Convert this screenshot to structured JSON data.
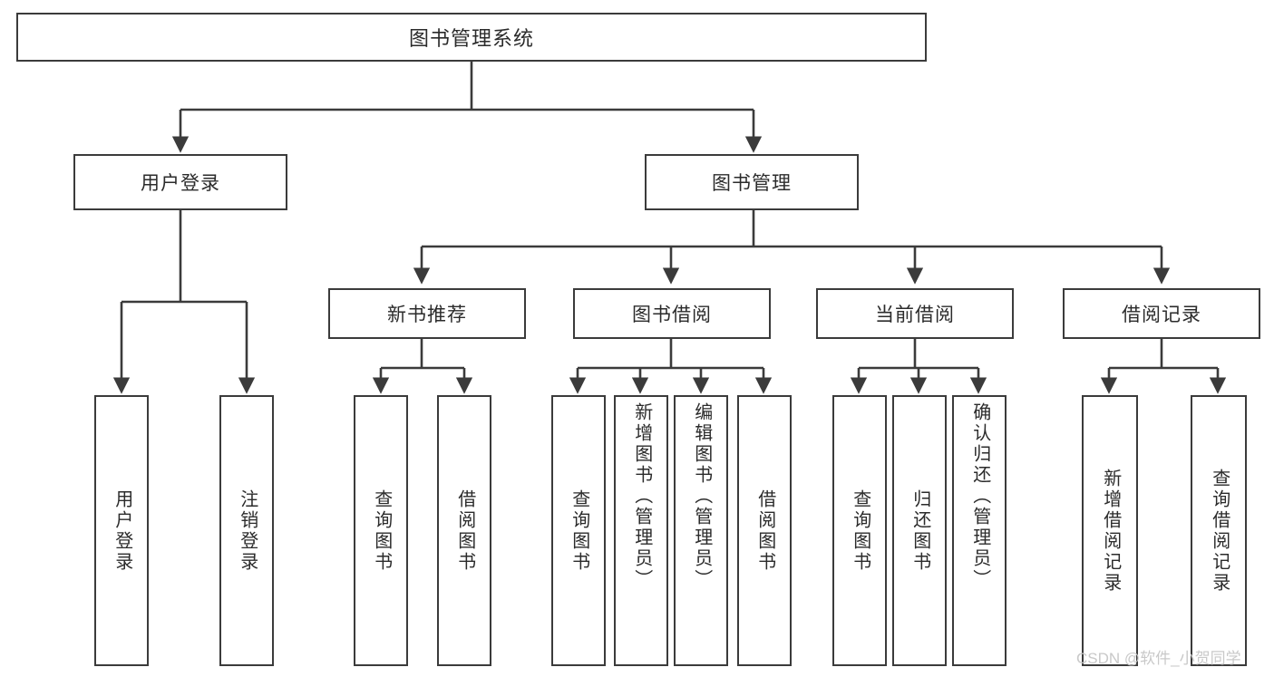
{
  "diagram": {
    "type": "tree",
    "title": "图书管理系统",
    "orientation": "top-down",
    "line_color": "#3b3b3b",
    "box_fill": "#ffffff",
    "text_color": "#2b2b2b",
    "levels": 4,
    "root": {
      "label": "图书管理系统",
      "children": [
        {
          "label": "用户登录",
          "children": [
            {
              "label": "用户登录"
            },
            {
              "label": "注销登录"
            }
          ]
        },
        {
          "label": "图书管理",
          "children": [
            {
              "label": "新书推荐",
              "children": [
                {
                  "label": "查询图书"
                },
                {
                  "label": "借阅图书"
                }
              ]
            },
            {
              "label": "图书借阅",
              "children": [
                {
                  "label": "查询图书"
                },
                {
                  "label": "新增图书（管理员）"
                },
                {
                  "label": "编辑图书（管理员）"
                },
                {
                  "label": "借阅图书"
                }
              ]
            },
            {
              "label": "当前借阅",
              "children": [
                {
                  "label": "查询图书"
                },
                {
                  "label": "归还图书"
                },
                {
                  "label": "确认归还（管理员）"
                }
              ]
            },
            {
              "label": "借阅记录",
              "children": [
                {
                  "label": "新增借阅记录"
                },
                {
                  "label": "查询借阅记录"
                }
              ]
            }
          ]
        }
      ]
    }
  },
  "nodes": {
    "root": "图书管理系统",
    "l1_user_login": "用户登录",
    "l1_book_mgmt": "图书管理",
    "l2_user_login": "用户登录",
    "l2_logout": "注销登录",
    "l2_new_book_rec": "新书推荐",
    "l2_book_borrow": "图书借阅",
    "l2_current_borrow": "当前借阅",
    "l2_borrow_record": "借阅记录",
    "l3_nbr_query": "查询图书",
    "l3_nbr_borrow": "借阅图书",
    "l3_bb_query": "查询图书",
    "l3_bb_add": "新增图书（管理员）",
    "l3_bb_edit": "编辑图书（管理员）",
    "l3_bb_borrow": "借阅图书",
    "l3_cb_query": "查询图书",
    "l3_cb_return": "归还图书",
    "l3_cb_confirm": "确认归还（管理员）",
    "l3_br_add": "新增借阅记录",
    "l3_br_query": "查询借阅记录"
  },
  "watermark": {
    "text": "CSDN @软件_小贺同学"
  }
}
